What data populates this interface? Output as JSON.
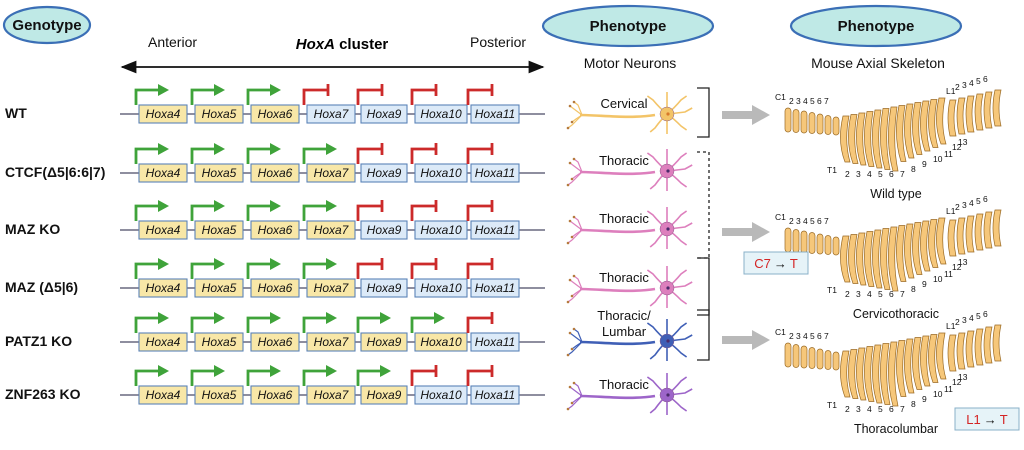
{
  "headers": {
    "genotype": "Genotype",
    "phenotype_mn": "Phenotype",
    "phenotype_sk": "Phenotype",
    "motor_neurons": "Motor Neurons",
    "skeleton": "Mouse Axial Skeleton"
  },
  "axis": {
    "anterior": "Anterior",
    "cluster_italic": "HoxA",
    "cluster_rest": " cluster",
    "posterior": "Posterior"
  },
  "genes": [
    "Hoxa4",
    "Hoxa5",
    "Hoxa6",
    "Hoxa7",
    "Hoxa9",
    "Hoxa10",
    "Hoxa11"
  ],
  "rows": [
    {
      "label": "WT",
      "active": [
        true,
        true,
        true,
        false,
        false,
        false,
        false
      ],
      "neuron": "Cervical"
    },
    {
      "label": "CTCF(Δ5|6:6|7)",
      "active": [
        true,
        true,
        true,
        true,
        false,
        false,
        false
      ],
      "neuron": "Thoracic"
    },
    {
      "label": "MAZ KO",
      "active": [
        true,
        true,
        true,
        true,
        false,
        false,
        false
      ],
      "neuron": "Thoracic"
    },
    {
      "label": "MAZ (Δ5|6)",
      "active": [
        true,
        true,
        true,
        true,
        false,
        false,
        false
      ],
      "neuron": "Thoracic"
    },
    {
      "label": "PATZ1 KO",
      "active": [
        true,
        true,
        true,
        true,
        true,
        true,
        false
      ],
      "neuron": "Thoracic/ Lumbar"
    },
    {
      "label": "ZNF263 KO",
      "active": [
        true,
        true,
        true,
        true,
        true,
        false,
        false
      ],
      "neuron": "Thoracic"
    }
  ],
  "neuron_colors": [
    "#f3c468",
    "#dd7fbd",
    "#dd7fbd",
    "#dd7fbd",
    "#3f5fb6",
    "#9d65c9"
  ],
  "colors": {
    "active_box": "#f8e7a7",
    "inactive_box": "#dceaf8",
    "green_arrow": "#3fa33a",
    "red_block": "#cc2a2a",
    "bone": "#f6c77a",
    "bone_stroke": "#9a6a24",
    "highlight": "#d42424"
  },
  "skeletons": [
    {
      "caption": "Wild type",
      "cervical": [
        "C1",
        "2",
        "3",
        "4",
        "5",
        "6",
        "7"
      ],
      "thoracic_first": "T1",
      "thoracic": [
        "2",
        "3",
        "4",
        "5",
        "6",
        "7",
        "8",
        "9",
        "10",
        "11",
        "12",
        "13"
      ],
      "lumbar_first": "L1",
      "lumbar": [
        "2",
        "3",
        "4",
        "5",
        "6"
      ]
    },
    {
      "caption": "Cervicothoracic",
      "cervical": [
        "C1",
        "2",
        "3",
        "4",
        "5",
        "6",
        "7"
      ],
      "thoracic_first": "T1",
      "thoracic": [
        "2",
        "3",
        "4",
        "5",
        "6",
        "7",
        "8",
        "9",
        "10",
        "11",
        "12",
        "13"
      ],
      "lumbar_first": "L1",
      "lumbar": [
        "2",
        "3",
        "4",
        "5",
        "6"
      ],
      "transform": {
        "from": "C7",
        "arrow": "→",
        "to": "T"
      }
    },
    {
      "caption": "Thoracolumbar",
      "cervical": [
        "C1",
        "2",
        "3",
        "4",
        "5",
        "6",
        "7"
      ],
      "thoracic_first": "T1",
      "thoracic": [
        "2",
        "3",
        "4",
        "5",
        "6",
        "7",
        "8",
        "9",
        "10",
        "11",
        "12",
        "13"
      ],
      "lumbar_first": "L1",
      "lumbar": [
        "2",
        "3",
        "4",
        "5",
        "6"
      ],
      "transform": {
        "from": "L1",
        "arrow": "→",
        "to": "T"
      }
    }
  ]
}
